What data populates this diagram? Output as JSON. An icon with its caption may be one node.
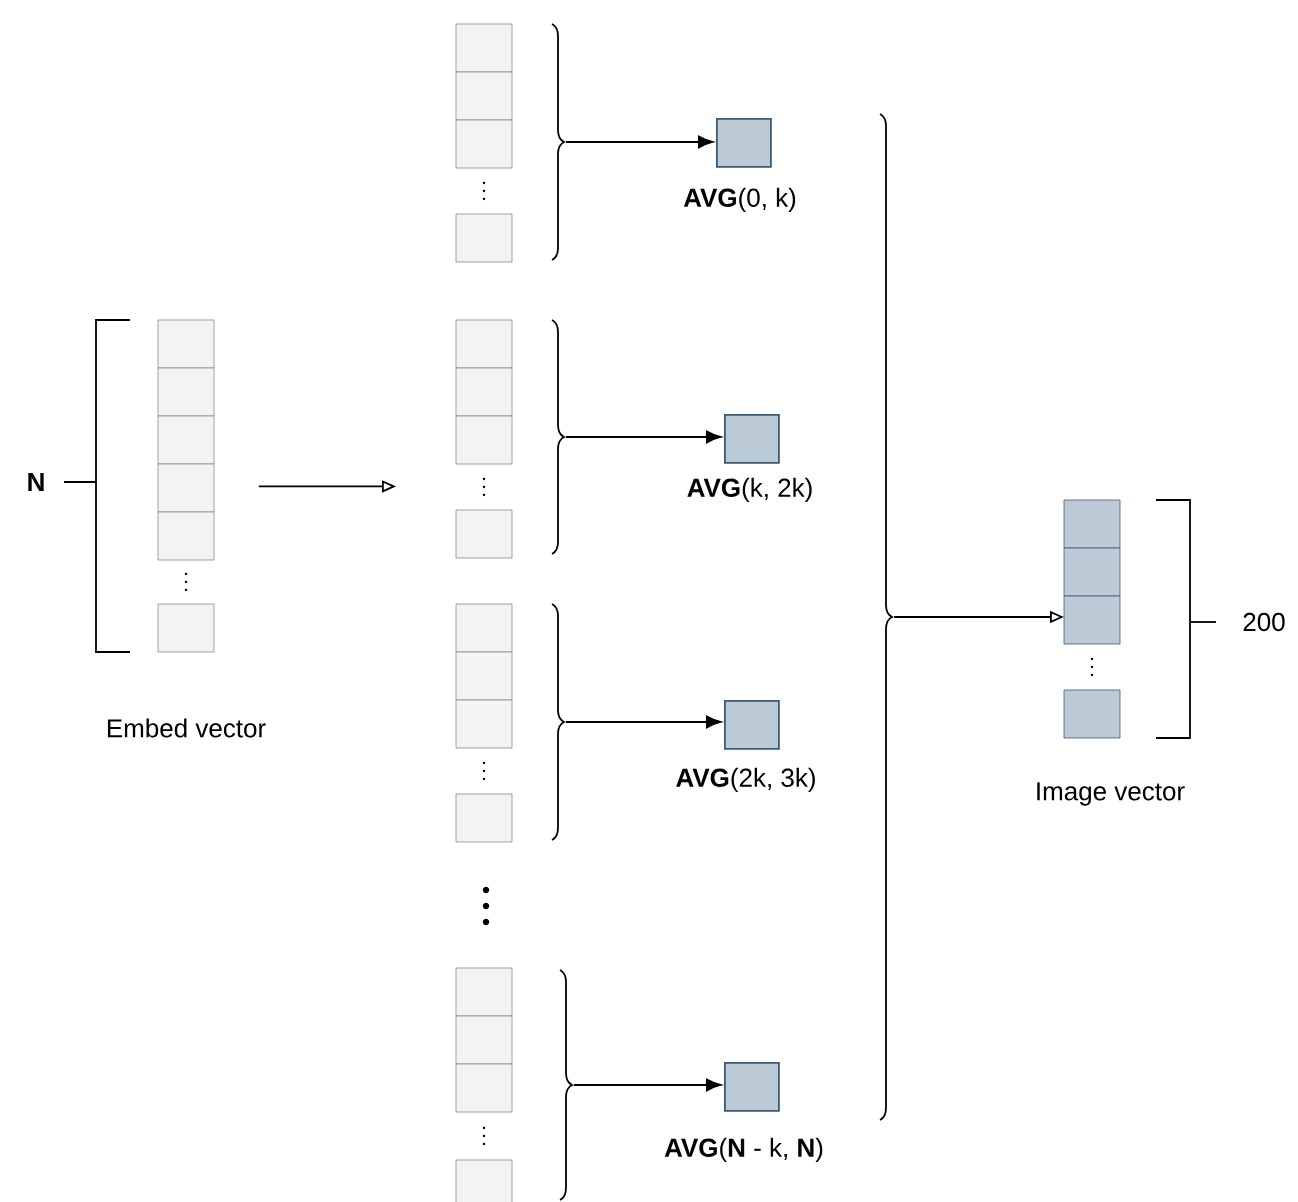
{
  "diagram": {
    "nodes": [
      {
        "text": [],
        "shape": "box",
        "beside": [
          "Embed vector"
        ]
      },
      {
        "text": [],
        "shape": "box"
      },
      {
        "text": [],
        "shape": "box"
      },
      {
        "text": [],
        "shape": "box"
      },
      {
        "text": [],
        "shape": "box"
      },
      {
        "text": [],
        "shape": "box",
        "beside": [
          "**AVG**(0, k)"
        ]
      },
      {
        "text": [],
        "shape": "box",
        "beside": [
          "**AVG**(k, 2k)"
        ]
      },
      {
        "text": [],
        "shape": "box",
        "beside": [
          "**AVG**(2k, 3k)"
        ]
      },
      {
        "text": [],
        "shape": "box",
        "beside": [
          "**AVG**(**N** - k, **N**)"
        ]
      },
      {
        "text": [],
        "shape": "box",
        "beside": [
          "Image vector"
        ]
      }
    ],
    "edges": [
      {
        "from": 0,
        "to": 2,
        "arrow": "to"
      },
      {
        "from": 1,
        "to": 5,
        "arrow": "to"
      },
      {
        "from": 2,
        "to": 6,
        "arrow": "to"
      },
      {
        "from": 3,
        "to": 7,
        "arrow": "to"
      },
      {
        "from": 4,
        "to": 8,
        "arrow": "to"
      },
      {
        "from": null,
        "to": 9,
        "arrow": "to"
      }
    ],
    "labels": [
      "N",
      "200"
    ]
  }
}
